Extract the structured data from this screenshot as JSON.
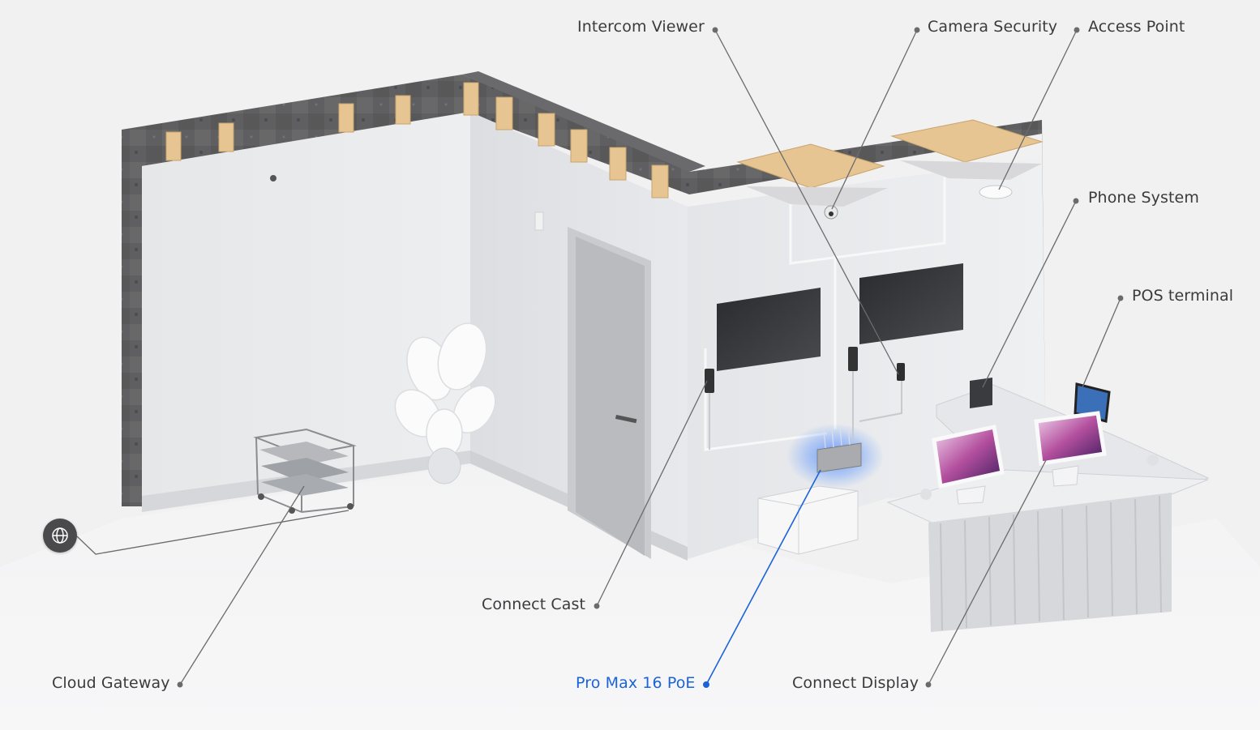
{
  "labels": {
    "intercom_viewer": "Intercom Viewer",
    "camera_security": "Camera Security",
    "access_point": "Access Point",
    "phone_system": "Phone System",
    "pos_terminal": "POS terminal",
    "connect_cast": "Connect Cast",
    "cloud_gateway": "Cloud Gateway",
    "pro_max_16_poe": "Pro Max 16 PoE",
    "connect_display": "Connect Display"
  },
  "active_label": "pro_max_16_poe",
  "icons": {
    "internet": "globe-icon"
  },
  "colors": {
    "label_text": "#3b3b3d",
    "active_accent": "#1a63d8",
    "leader_line": "#6b6b6e",
    "background": "#f1f1f2"
  }
}
